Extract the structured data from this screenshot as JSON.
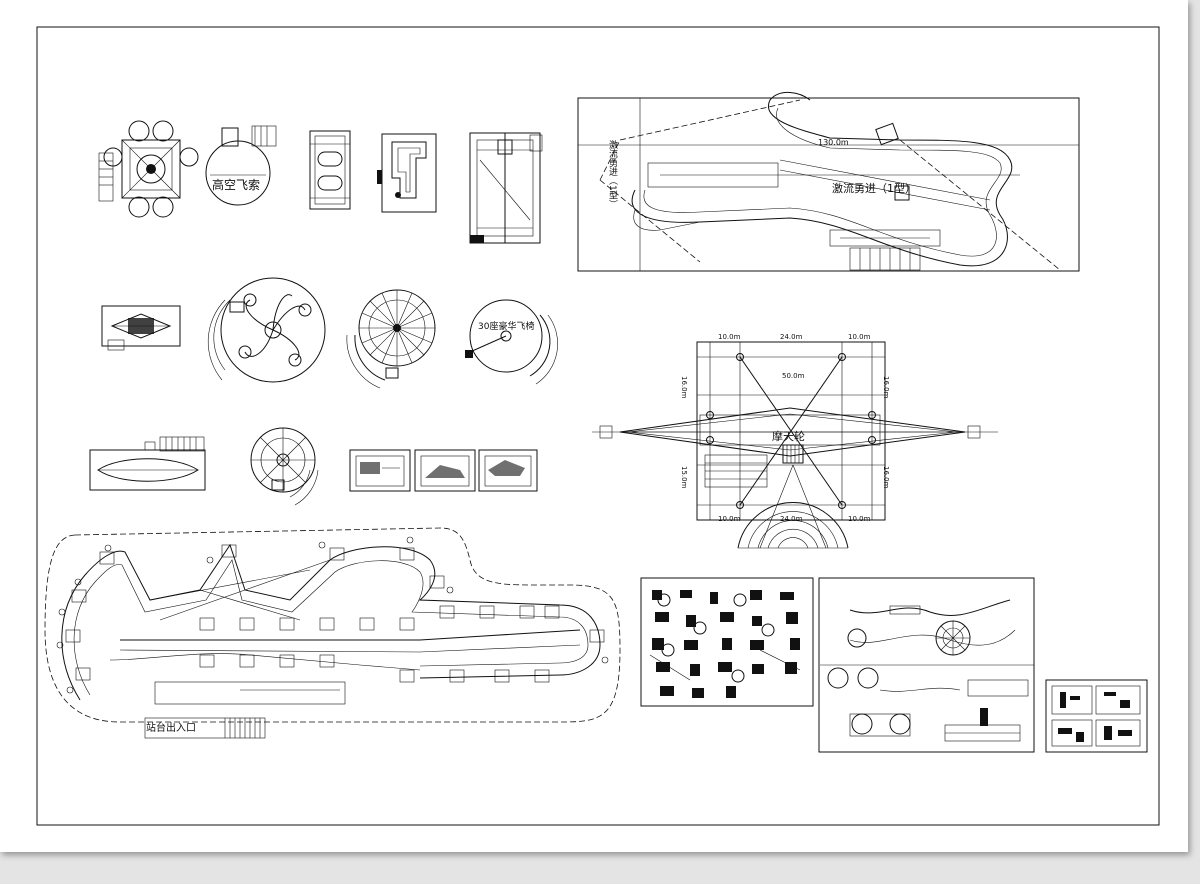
{
  "drawing": {
    "labels": {
      "drop_tower": "高空飞索",
      "flying_chair": "30座豪华飞椅",
      "rapids_vertical": "激流勇进（1型）",
      "rapids": "激流勇进（1型）",
      "rapids_length": "130.0m",
      "ferris_wheel": "摩天轮",
      "ferris_top_left": "10.0m",
      "ferris_top_mid": "24.0m",
      "ferris_top_right": "10.0m",
      "ferris_span": "50.0m",
      "ferris_bottom_left": "10.0m",
      "ferris_bottom_mid": "24.0m",
      "ferris_bottom_right": "10.0m",
      "ferris_left_upper": "16.0m",
      "ferris_left_lower": "15.0m",
      "ferris_right_upper": "16.0m",
      "ferris_right_lower": "16.0m",
      "coaster_entrance": "站台出入口"
    }
  }
}
